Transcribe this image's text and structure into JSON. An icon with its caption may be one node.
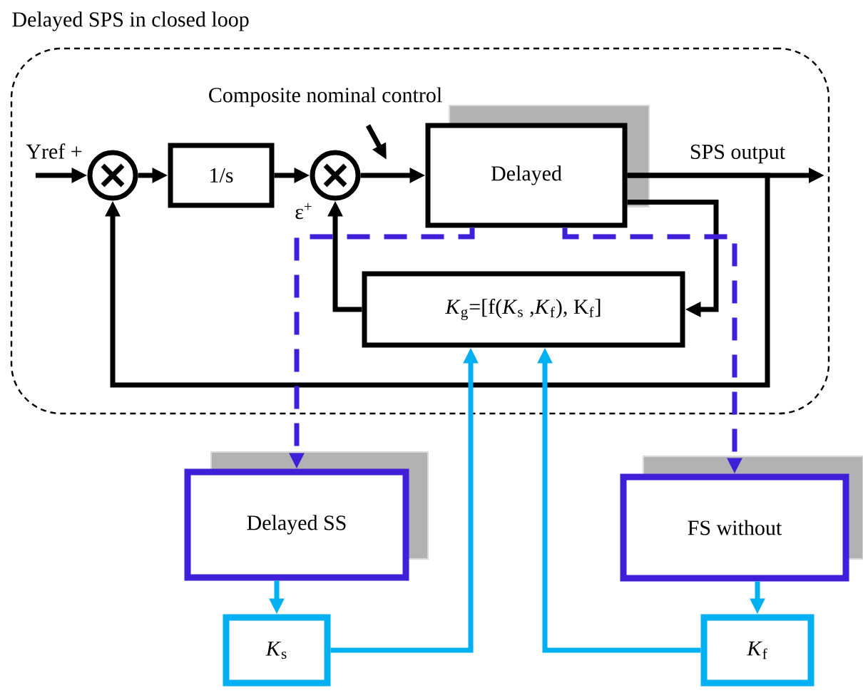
{
  "diagram": {
    "nodes": [
      {
        "text": [
          "Delayed SPS in closed loop"
        ]
      },
      {
        "text": [],
        "shape": "circle",
        "in": 0
      },
      {
        "text": [
          "1/s"
        ],
        "in": 0
      },
      {
        "text": [],
        "shape": "circle",
        "in": 0
      },
      {
        "text": [
          "Delayed"
        ],
        "in": 0
      },
      {
        "text": [
          "*K*$_{g}$=[f(*K*$_{s}$ ,*K*$_{f}$), K$_{f}$]"
        ],
        "in": 0
      },
      {
        "text": [
          "Delayed SS"
        ]
      },
      {
        "text": [
          "FS without"
        ]
      },
      {
        "text": [
          "*K*$_{s}$"
        ]
      },
      {
        "text": [
          "*K*$_{f}$"
        ]
      },
      {
        "text": [
          "Composite nominal control"
        ],
        "in": 0
      },
      {
        "text": [
          "Yref +"
        ],
        "in": 0
      }
    ],
    "edges": [
      {
        "from": 11,
        "to": 1,
        "arrow": "to"
      },
      {
        "from": 1,
        "to": 2,
        "arrow": "to"
      },
      {
        "from": 2,
        "to": 3,
        "arrow": "to"
      },
      {
        "from": 3,
        "to": 4,
        "arrow": "to"
      },
      {
        "from": 4,
        "to": null,
        "arrow": "to",
        "label": "SPS output"
      },
      {
        "from": 4,
        "to": 1,
        "arrow": "to"
      },
      {
        "from": 4,
        "to": 5,
        "arrow": "to"
      },
      {
        "from": 5,
        "to": 3,
        "arrow": "to"
      },
      {
        "from": 4,
        "to": 6,
        "arrow": "to",
        "style": "dashed",
        "color": "#3f1fd8"
      },
      {
        "from": 4,
        "to": 7,
        "arrow": "to",
        "style": "dashed",
        "color": "#3f1fd8"
      },
      {
        "from": 6,
        "to": 8,
        "arrow": "to",
        "color": "#00b0f0"
      },
      {
        "from": 7,
        "to": 9,
        "arrow": "to",
        "color": "#00b0f0"
      },
      {
        "from": 8,
        "to": 5,
        "arrow": "to",
        "color": "#00b0f0"
      },
      {
        "from": 9,
        "to": 5,
        "arrow": "to",
        "color": "#00b0f0"
      },
      {
        "from": 10,
        "to": null,
        "arrow": "to"
      }
    ],
    "labels": [
      "ε$^{+}$"
    ]
  }
}
